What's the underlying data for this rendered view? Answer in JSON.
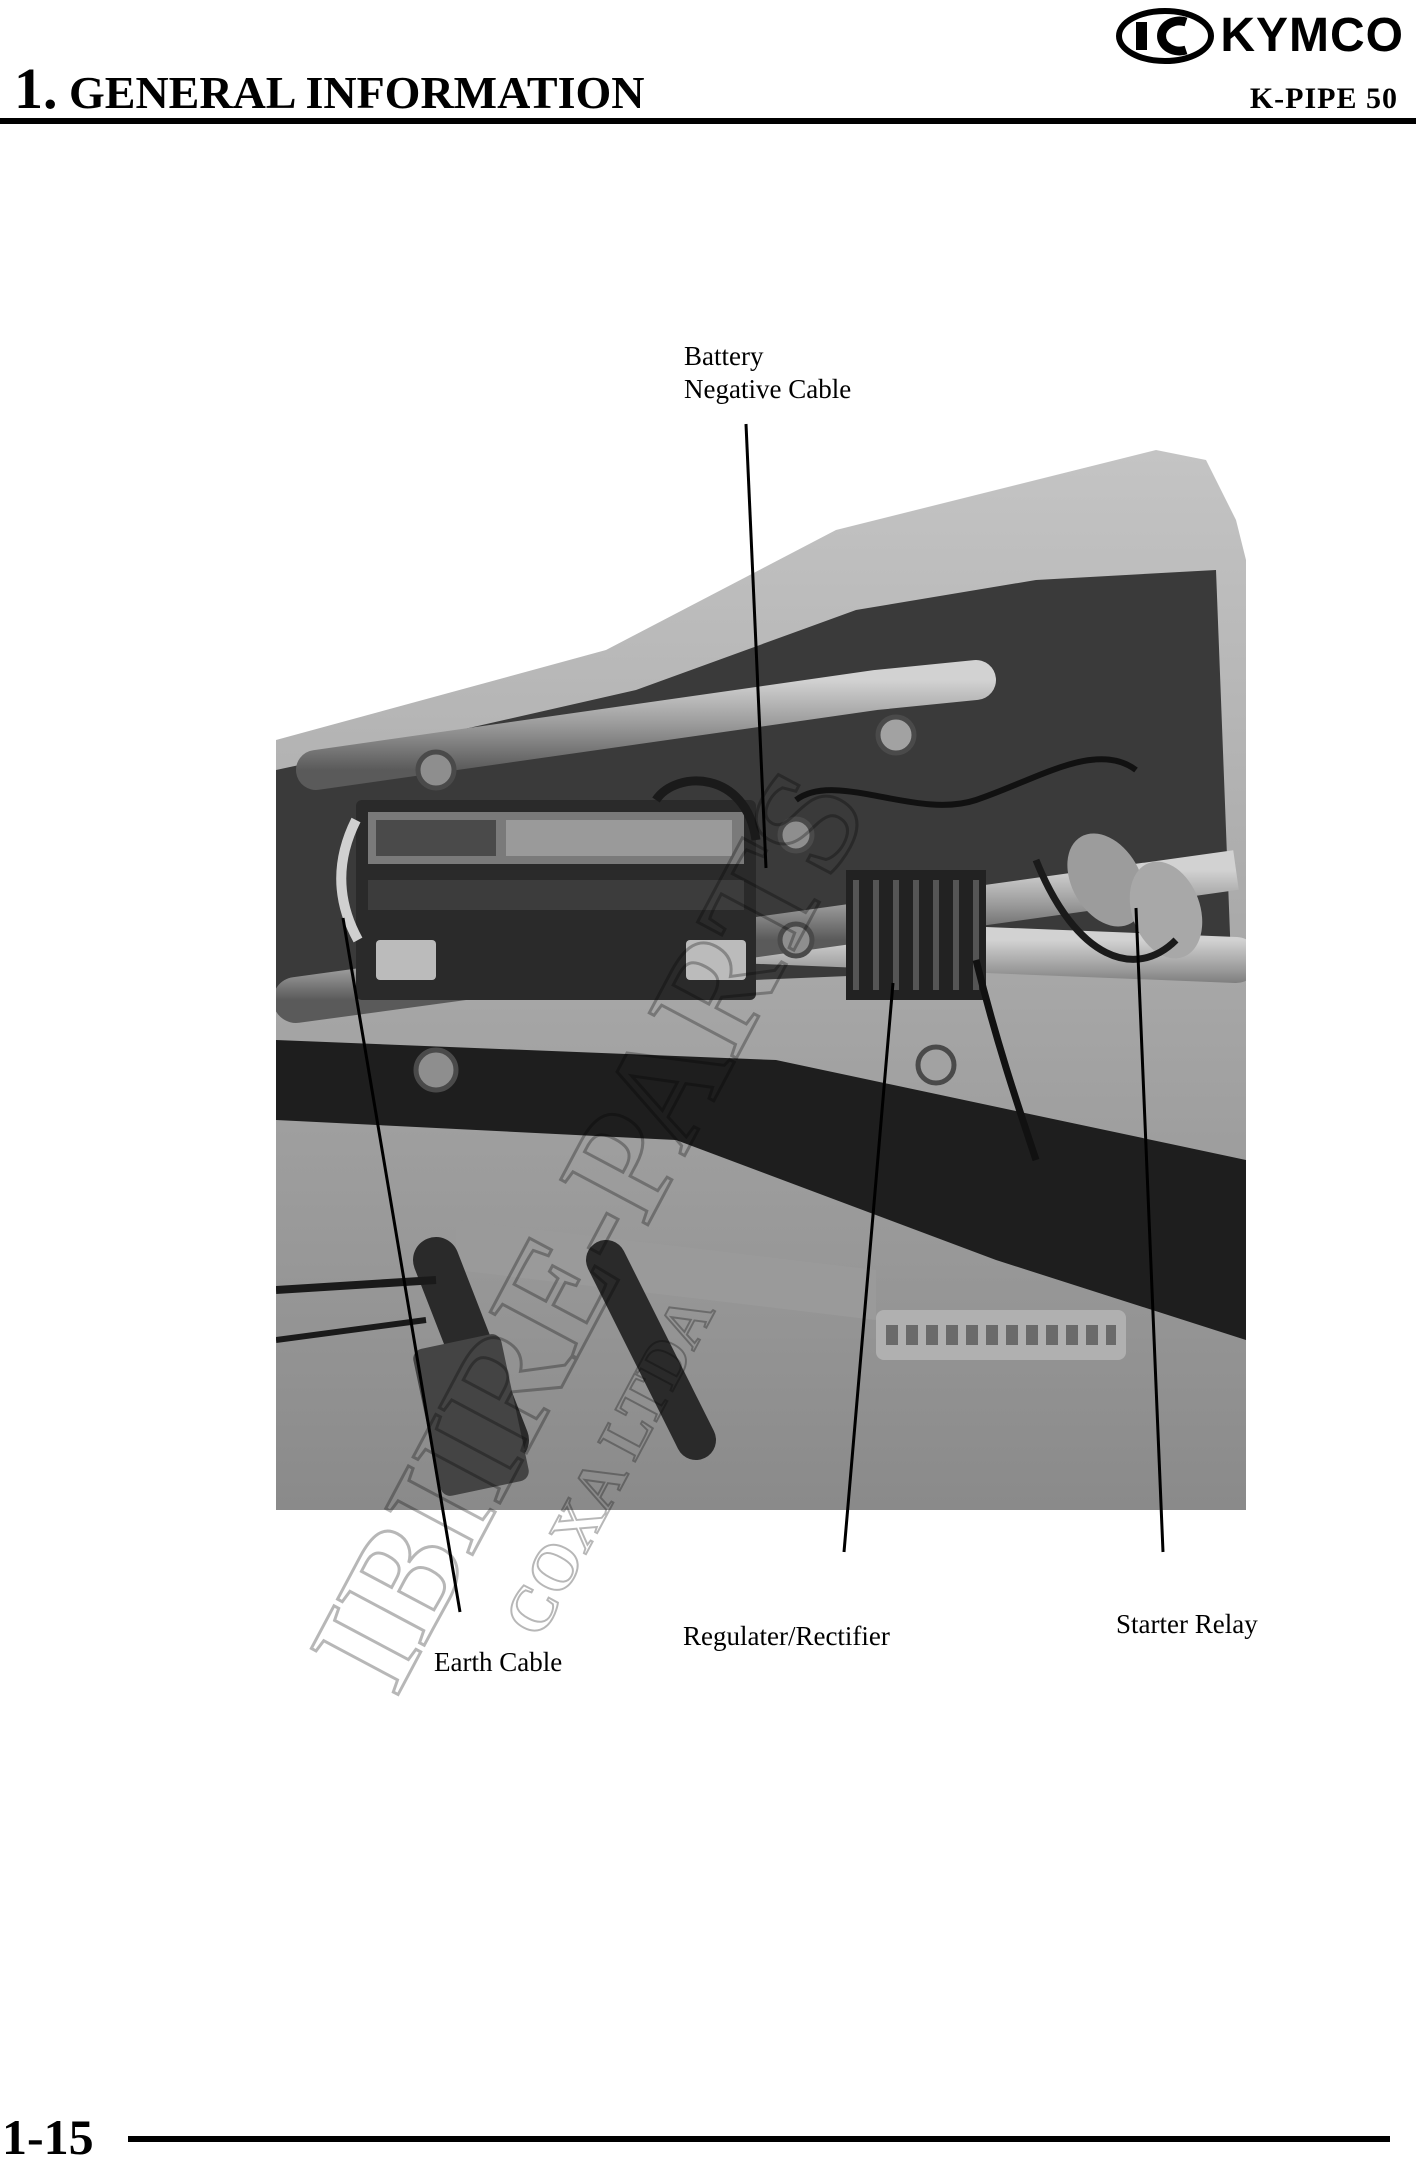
{
  "header": {
    "brand": "KYMCO",
    "section_number": "1.",
    "section_title": "GENERAL INFORMATION",
    "model": "K-PIPE 50"
  },
  "figure": {
    "callouts": {
      "battery_negative_cable": [
        "Battery",
        "Negative Cable"
      ],
      "earth_cable": "Earth Cable",
      "regulator_rectifier": "Regulater/Rectifier",
      "starter_relay": "Starter Relay"
    },
    "watermark": "IBIIRE-PARTS COXA LTDA"
  },
  "footer": {
    "page_number": "1-15"
  },
  "colors": {
    "ink": "#000000",
    "photo_dark": "#1e1e1e",
    "photo_mid": "#6e6e6e",
    "photo_light": "#b4b4b4"
  }
}
